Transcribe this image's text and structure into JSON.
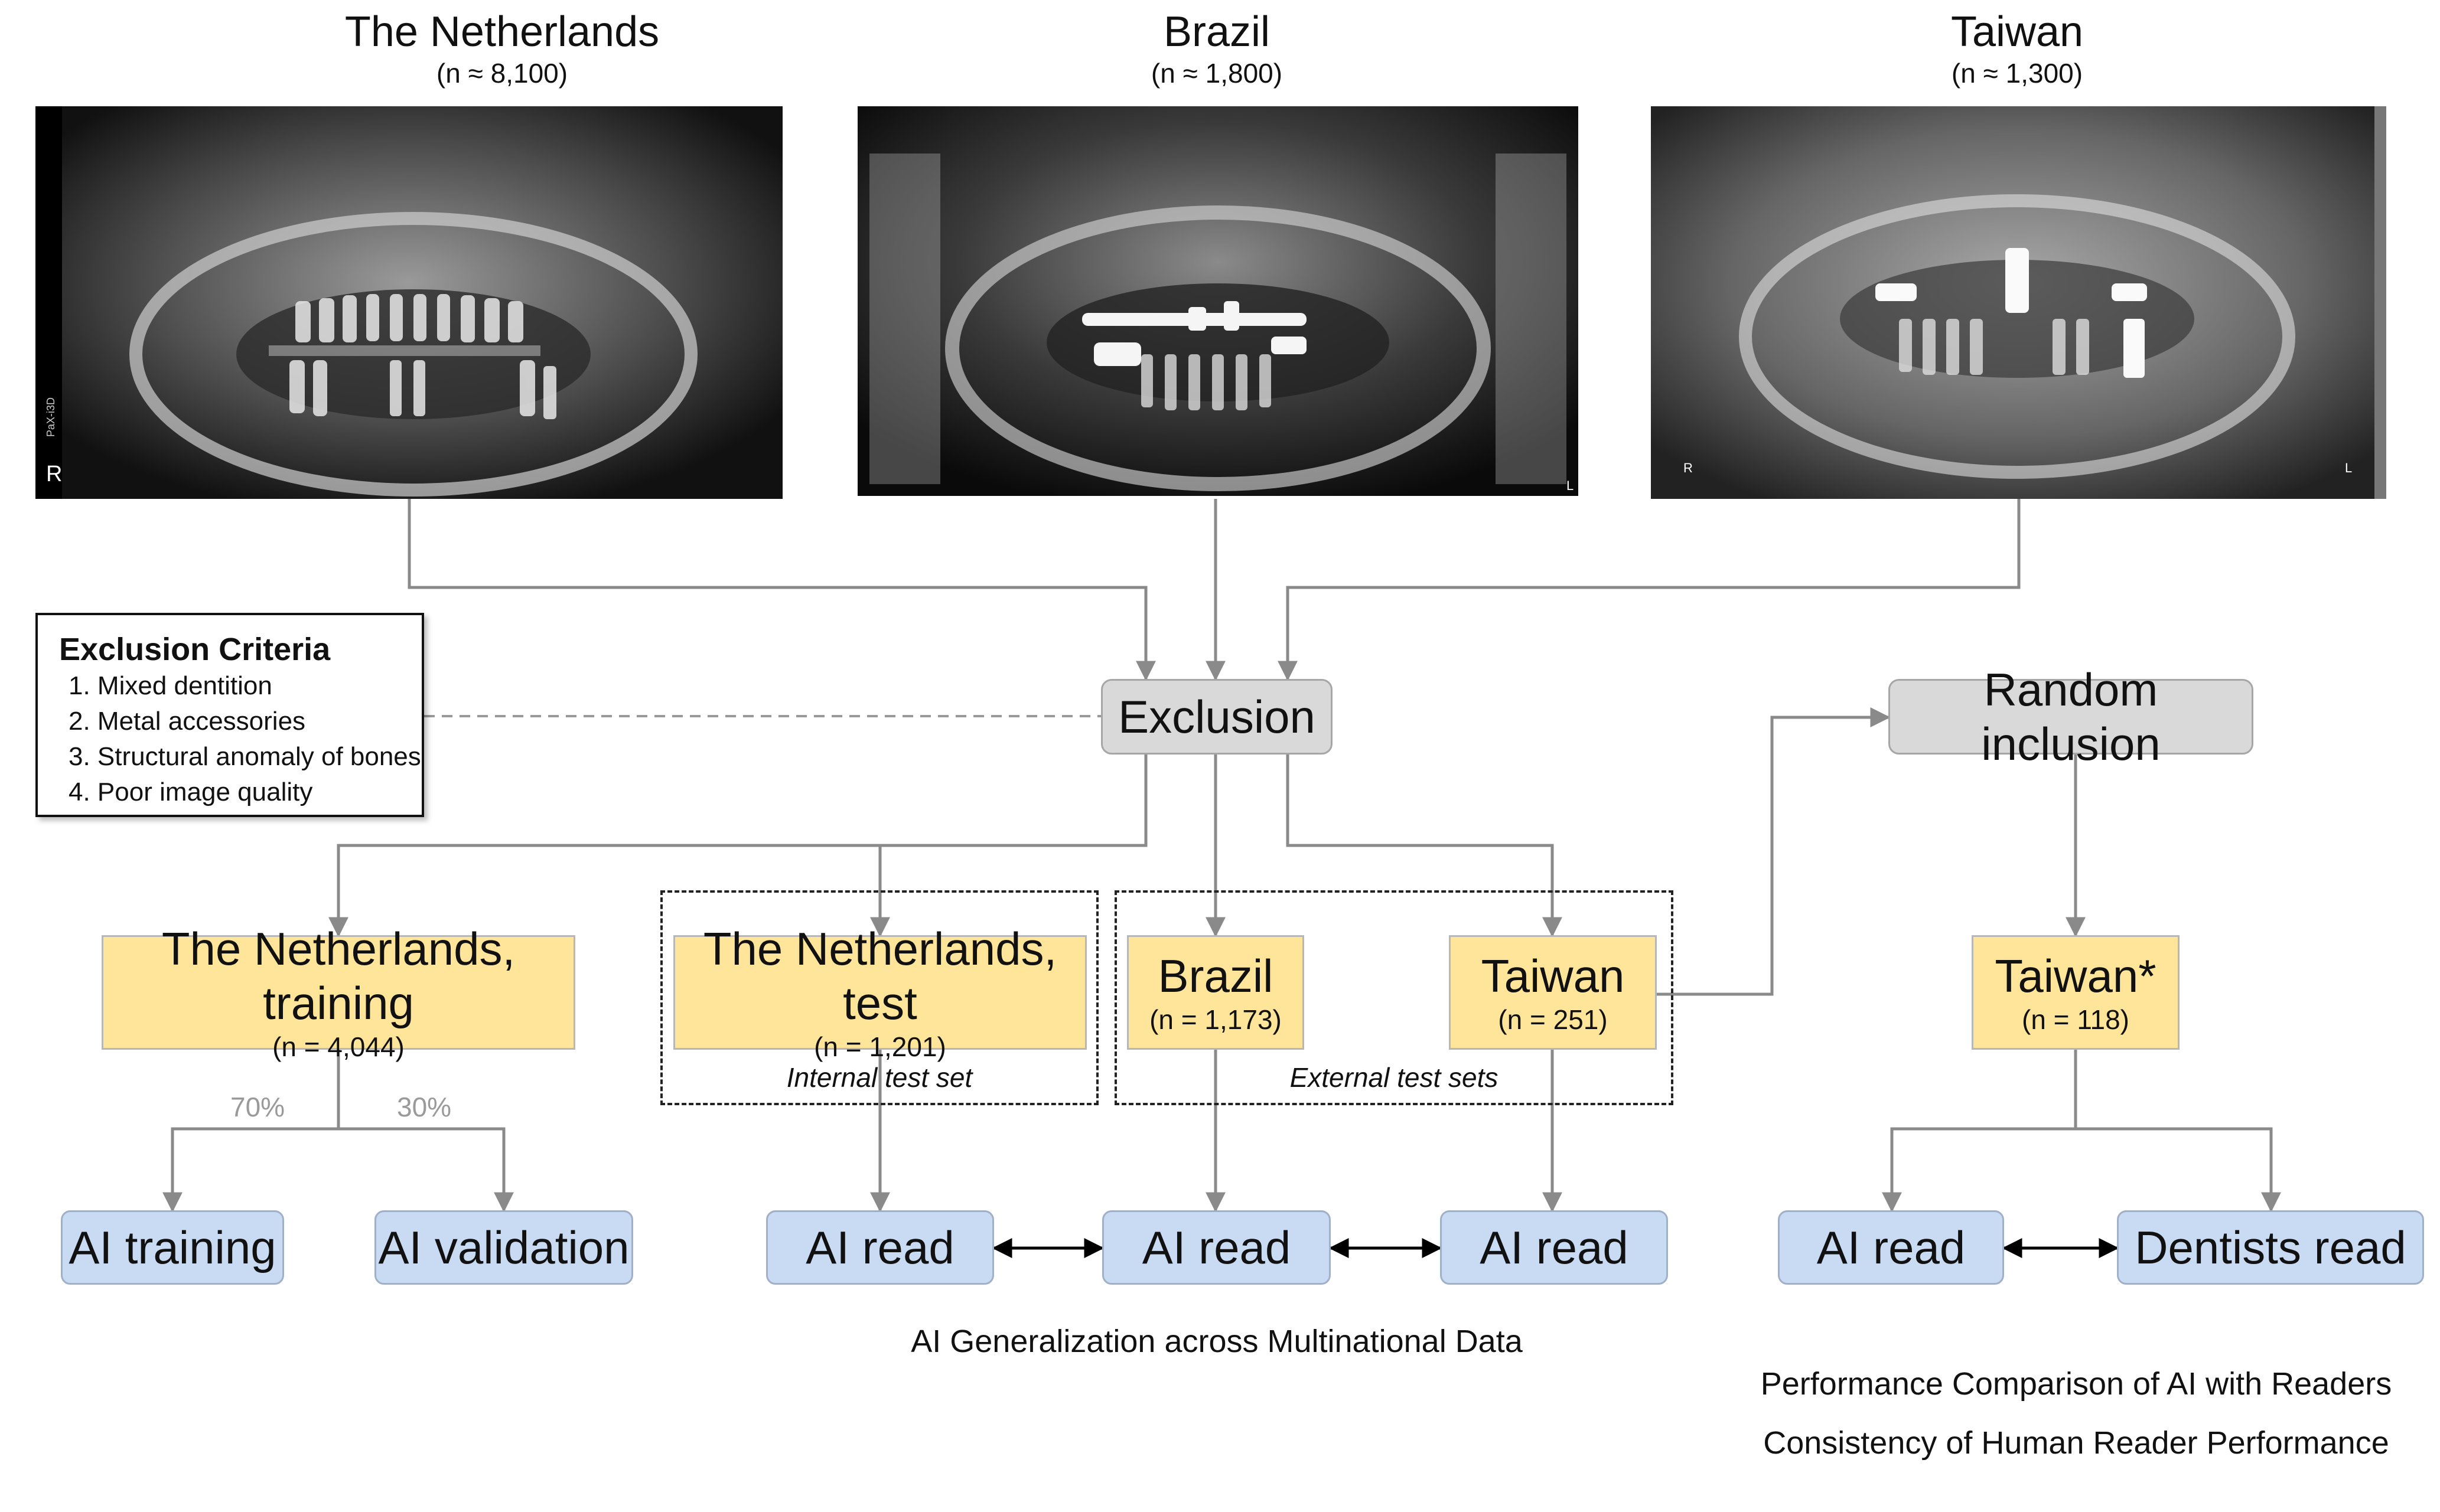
{
  "sources": [
    {
      "title": "The Netherlands",
      "count": "(n ≈ 8,100)"
    },
    {
      "title": "Brazil",
      "count": "(n ≈ 1,800)"
    },
    {
      "title": "Taiwan",
      "count": "(n ≈ 1,300)"
    }
  ],
  "xray_marks": {
    "nl_side": "R",
    "nl_vertical": "PaX-i3D",
    "br_corner": "L",
    "tw_left": "R",
    "tw_right": "L"
  },
  "exclusion_criteria": {
    "heading": "Exclusion Criteria",
    "items": [
      "1. Mixed dentition",
      "2. Metal accessories",
      "3. Structural anomaly of bones",
      "4. Poor image quality"
    ]
  },
  "nodes": {
    "exclusion": "Exclusion",
    "random_inclusion": "Random inclusion",
    "nl_training": {
      "label": "The Netherlands, training",
      "n": "(n = 4,044)"
    },
    "nl_test": {
      "label": "The Netherlands, test",
      "n": "(n = 1,201)"
    },
    "brazil": {
      "label": "Brazil",
      "n": "(n = 1,173)"
    },
    "taiwan": {
      "label": "Taiwan",
      "n": "(n = 251)"
    },
    "taiwan_star": {
      "label": "Taiwan*",
      "n": "(n = 118)"
    },
    "ai_training": "AI training",
    "ai_validation": "AI validation",
    "ai_read_1": "AI read",
    "ai_read_2": "AI read",
    "ai_read_3": "AI read",
    "ai_read_4": "AI read",
    "dentists_read": "Dentists read"
  },
  "split": {
    "train_pct": "70%",
    "val_pct": "30%"
  },
  "groups": {
    "internal": "Internal test set",
    "external": "External test sets"
  },
  "captions": {
    "generalization": "AI Generalization across Multinational Data",
    "comparison": "Performance Comparison of AI with Readers",
    "consistency": "Consistency of Human Reader Performance"
  }
}
